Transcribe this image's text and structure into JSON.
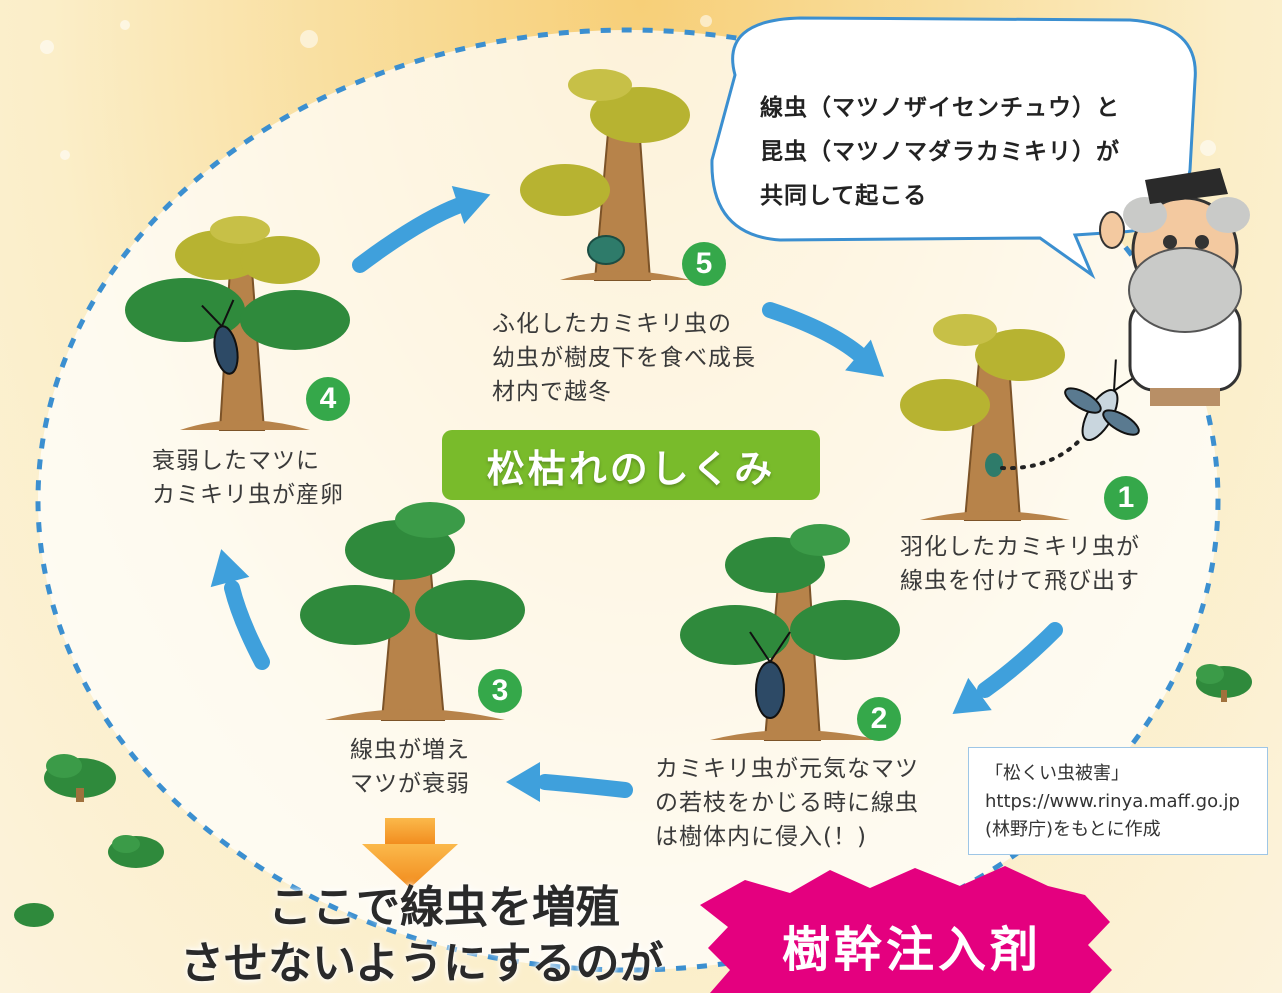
{
  "title": "松枯れのしくみ",
  "bubble": {
    "lines": [
      "線虫（マツノザイセンチュウ）と",
      "昆虫（マツノマダラカミキリ）が",
      "共同して起こる"
    ]
  },
  "steps": [
    {
      "number": "1",
      "lines": [
        "羽化したカミキリ虫が",
        "線虫を付けて飛び出す"
      ]
    },
    {
      "number": "2",
      "lines": [
        "カミキリ虫が元気なマツ",
        "の若枝をかじる時に線虫",
        "は樹体内に侵入(！)"
      ]
    },
    {
      "number": "3",
      "lines": [
        "線虫が増え",
        "マツが衰弱"
      ]
    },
    {
      "number": "4",
      "lines": [
        "衰弱したマツに",
        "カミキリ虫が産卵"
      ]
    },
    {
      "number": "5",
      "lines": [
        "ふ化したカミキリ虫の",
        "幼虫が樹皮下を食べ成長",
        "材内で越冬"
      ]
    }
  ],
  "source": {
    "lines": [
      "「松くい虫被害」",
      "https://www.rinya.maff.go.jp",
      "(林野庁)をもとに作成"
    ]
  },
  "bottom": {
    "line1": "ここで線虫を増殖",
    "line2": "させないようにするのが",
    "highlight": "樹幹注入剤"
  },
  "colors": {
    "number_badge": "#35a84a",
    "title_badge": "#79bb2b",
    "arrow": "#3fa0dc",
    "dashed_outline": "#3b8fd0",
    "burst": "#e4007f",
    "pine_needles": "#2f8a3c",
    "pine_needles_yellowed": "#b7b331",
    "trunk": "#b7834a"
  },
  "icons": [
    "pine-tree-icon",
    "withered-pine-tree-icon",
    "beetle-icon",
    "professor-icon",
    "arrow-icon",
    "down-arrow-icon",
    "small-pine-icon"
  ]
}
